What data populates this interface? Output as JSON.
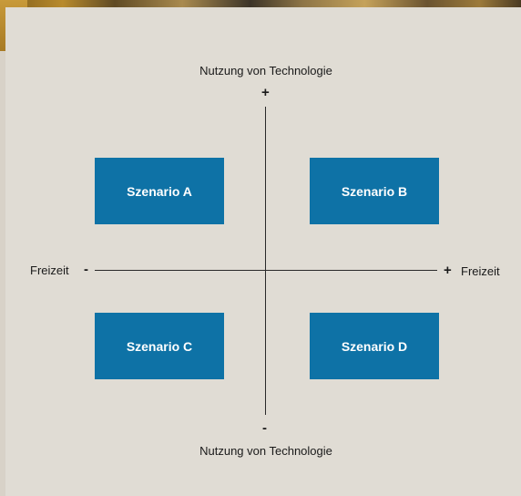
{
  "diagram": {
    "top_label": "Nutzung von Technologie",
    "bottom_label": "Nutzung von Technologie",
    "top_sign": "+",
    "bottom_sign": "-",
    "left_label": "Freizeit",
    "left_sign": "-",
    "right_label": "Freizeit",
    "right_sign": "+",
    "scenarios": {
      "a": "Szenario A",
      "b": "Szenario B",
      "c": "Szenario C",
      "d": "Szenario D"
    }
  },
  "colors": {
    "box": "#0e72a6",
    "background": "#e0dcd4"
  }
}
